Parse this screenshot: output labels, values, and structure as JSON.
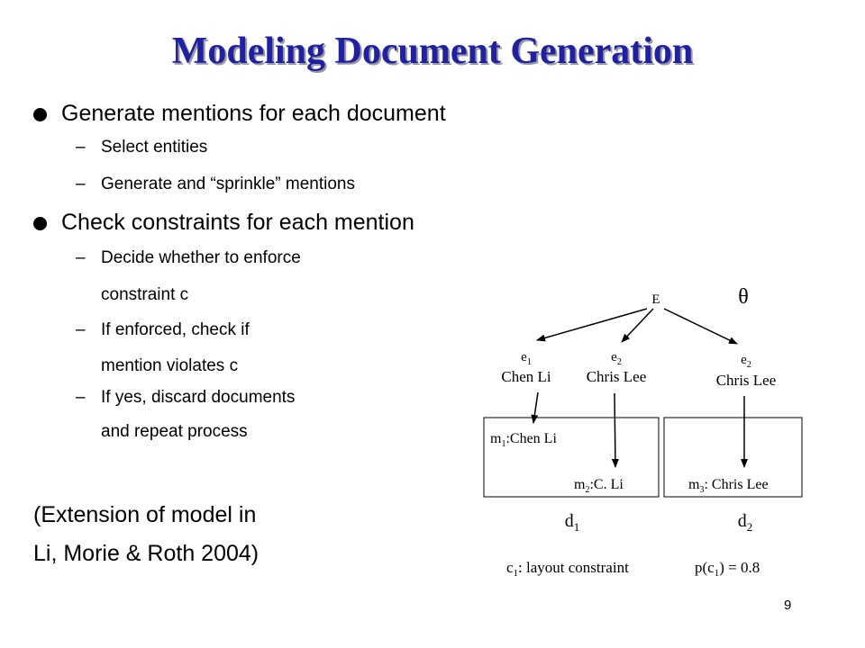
{
  "slide": {
    "title": "Modeling Document Generation",
    "bullets": [
      {
        "text": "Generate mentions for each document",
        "subs": [
          "Select entities",
          "Generate and “sprinkle” mentions"
        ]
      },
      {
        "text": "Check constraints for each mention",
        "subs": [
          "Decide whether to enforce",
          "constraint c",
          "If enforced, check if",
          "mention violates c",
          "If yes, discard documents",
          "and repeat process"
        ]
      }
    ],
    "extension_line1": "(Extension of model in",
    "extension_line2": "Li, Morie & Roth 2004)",
    "page_number": "9"
  },
  "diagram": {
    "root": "E",
    "theta": "θ",
    "entities": [
      {
        "label": "e",
        "sub": "1",
        "name": "Chen Li"
      },
      {
        "label": "e",
        "sub": "2",
        "name": "Chris Lee"
      },
      {
        "label": "e",
        "sub": "2",
        "name": "Chris Lee"
      }
    ],
    "mentions": [
      {
        "label": "m",
        "sub": "1",
        "text": ":Chen Li"
      },
      {
        "label": "m",
        "sub": "2",
        "text": ":C. Li"
      },
      {
        "label": "m",
        "sub": "3",
        "text": ": Chris Lee"
      }
    ],
    "documents": [
      {
        "label": "d",
        "sub": "1"
      },
      {
        "label": "d",
        "sub": "2"
      }
    ],
    "constraint": {
      "label": "c",
      "sub": "1",
      "text": ": layout constraint"
    },
    "probability": {
      "prefix": "p(c",
      "sub": "1",
      "suffix": ") = 0.8"
    }
  }
}
